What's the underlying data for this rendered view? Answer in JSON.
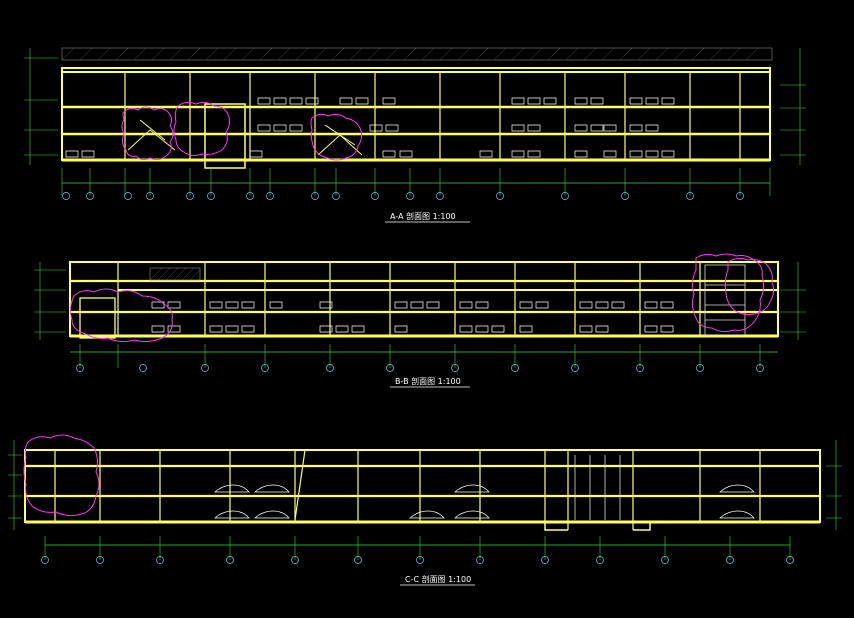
{
  "sections": [
    {
      "title": "A-A 剖面图 1:100"
    },
    {
      "title": "B-B 剖面图 1:100"
    },
    {
      "title": "C-C 剖面图 1:100"
    }
  ],
  "colors": {
    "background": "#000000",
    "structure": "#ffff66",
    "dimension": "#33dd33",
    "axis": "#66ccff",
    "cloud": "#ff33ff",
    "text": "#ffffff",
    "roof": "#888888"
  }
}
